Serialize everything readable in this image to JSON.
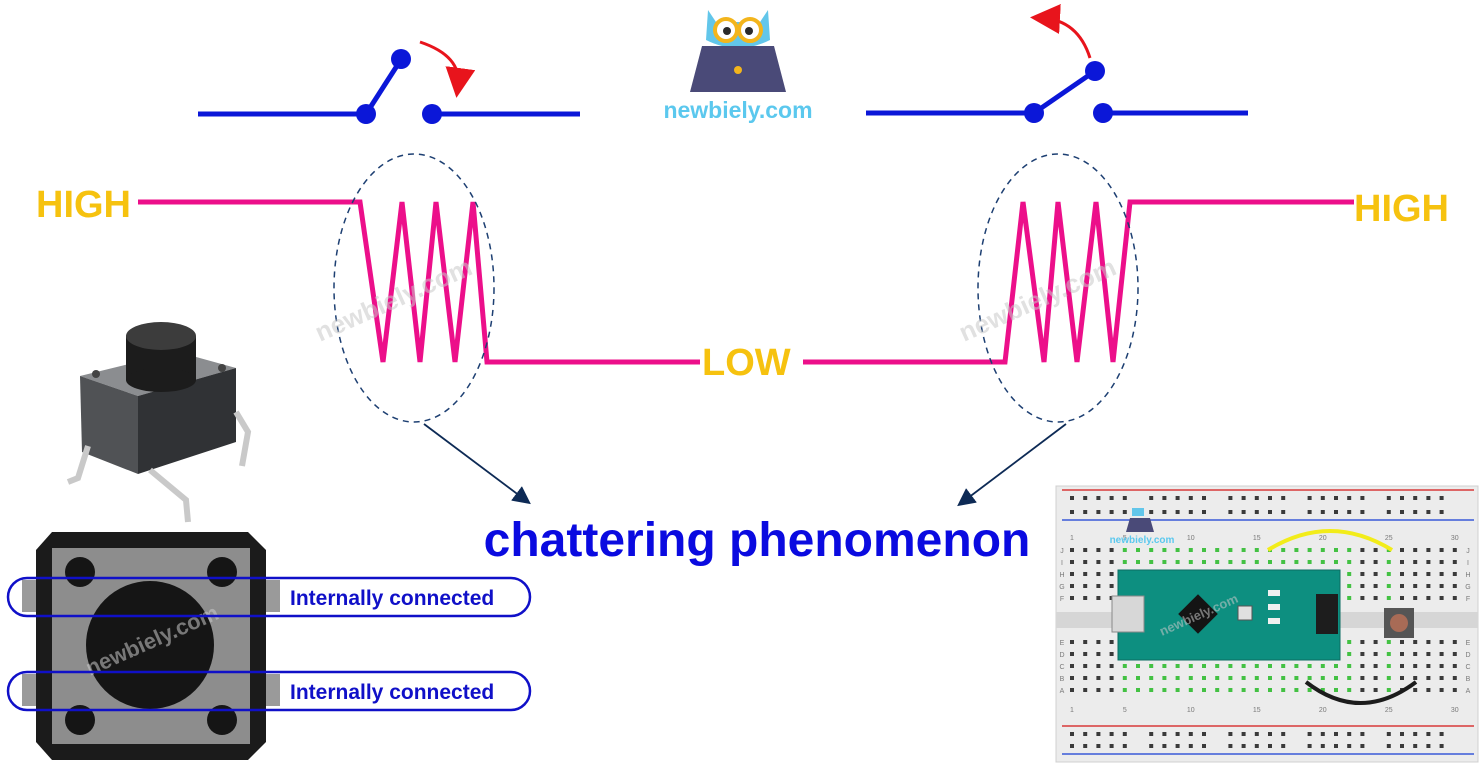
{
  "labels": {
    "high_left": "HIGH",
    "high_right": "HIGH",
    "low": "LOW",
    "title": "chattering phenomenon",
    "brand": "newbiely.com",
    "watermark": "newbiely.com",
    "internal_1": "Internally connected",
    "internal_2": "Internally connected"
  },
  "breadboard": {
    "logo_text": "newbiely.com",
    "column_numbers": [
      "1",
      "5",
      "10",
      "15",
      "20",
      "25",
      "30"
    ],
    "row_letters": [
      "A",
      "B",
      "C",
      "D",
      "E",
      "F",
      "G",
      "H",
      "I",
      "J"
    ]
  },
  "colors": {
    "switch_wire": "#0b17d8",
    "signal": "#ec0f8a",
    "level_text": "#f6c20f",
    "title_text": "#0a0ae0",
    "arrow_red": "#e8141c",
    "brand_text": "#5bc8ee",
    "arduino_board": "#0d8f80"
  },
  "icons": [
    "owl-logo-icon",
    "laptop-icon",
    "curved-arrow-icon"
  ]
}
